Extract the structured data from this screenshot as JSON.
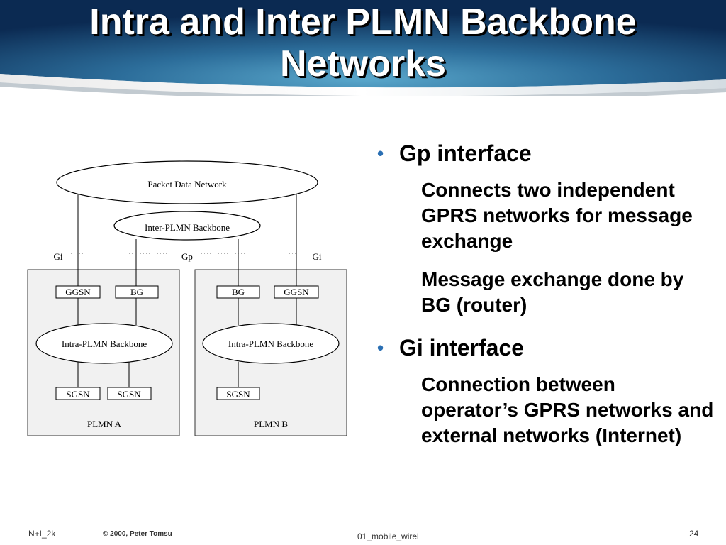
{
  "header": {
    "title_line1": "Intra and Inter PLMN Backbone",
    "title_line2": "Networks"
  },
  "diagram": {
    "packet_data_network": "Packet Data Network",
    "inter_plmn_backbone": "Inter-PLMN Backbone",
    "interfaces": {
      "gi_left": "Gi",
      "gp": "Gp",
      "gi_right": "Gi"
    },
    "plmn_a": {
      "label": "PLMN A",
      "ggsn": "GGSN",
      "bg": "BG",
      "backbone": "Intra-PLMN Backbone",
      "sgsn_1": "SGSN",
      "sgsn_2": "SGSN"
    },
    "plmn_b": {
      "label": "PLMN B",
      "bg": "BG",
      "ggsn": "GGSN",
      "backbone": "Intra-PLMN Backbone",
      "sgsn_1": "SGSN"
    }
  },
  "bullets": [
    {
      "heading": "Gp interface",
      "subs": [
        "Connects two independent GPRS networks for message exchange",
        "Message exchange done by BG (router)"
      ]
    },
    {
      "heading": "Gi interface",
      "subs": [
        "Connection between operator’s GPRS networks and external networks (Internet)"
      ]
    }
  ],
  "footer": {
    "left": "N+I_2k",
    "copyright": "© 2000, Peter Tomsu",
    "center": "01_mobile_wirel",
    "page_number": "24"
  },
  "colors": {
    "bullet": "#2a6fb3",
    "header_dark": "#0b2a52",
    "header_light": "#3f8fb9"
  }
}
